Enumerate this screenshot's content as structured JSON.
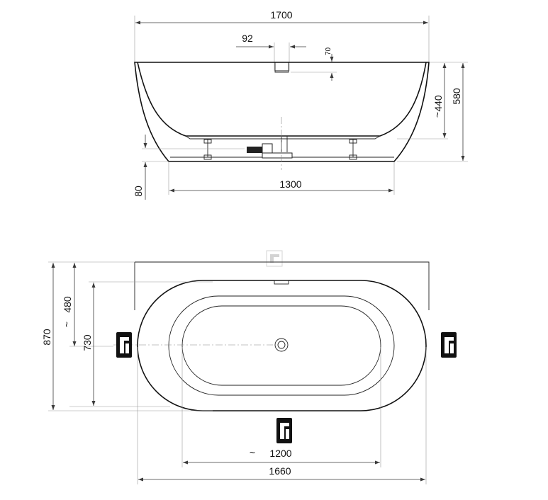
{
  "side_view": {
    "overall_length": "1700",
    "waste_offset": "92",
    "waste_height": "70",
    "inner_depth": "440",
    "overall_height": "580",
    "foot_height": "80",
    "base_length": "1300"
  },
  "top_view": {
    "overall_width": "870",
    "inner_width": "480",
    "bowl_width": "730",
    "inner_length": "1200",
    "bowl_length": "1660"
  },
  "approx_symbol": "~"
}
